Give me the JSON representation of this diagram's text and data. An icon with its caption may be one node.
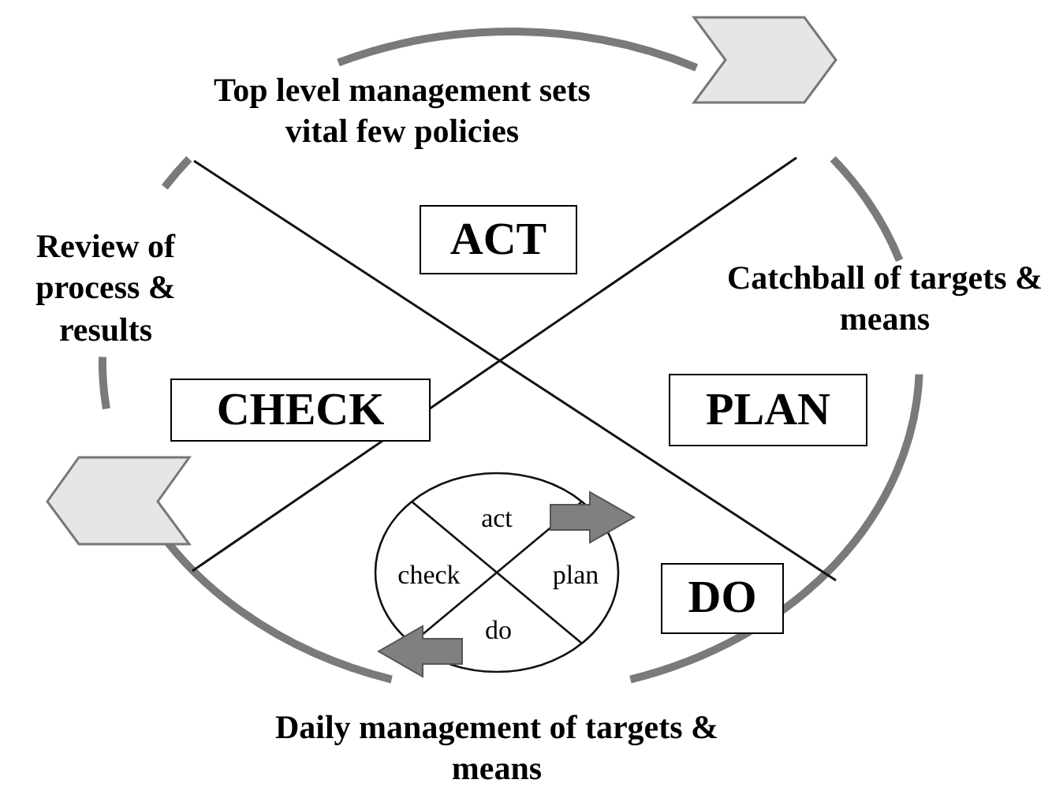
{
  "diagram": {
    "nodes": [
      {
        "text": [
          "ACT"
        ]
      },
      {
        "text": [
          "CHECK"
        ]
      },
      {
        "text": [
          "PLAN"
        ]
      },
      {
        "text": [
          "DO"
        ]
      }
    ],
    "labels": [
      "Top level management sets vital few policies",
      "Review of process & results",
      "Catchball of targets & means",
      "act",
      "check",
      "plan",
      "do",
      "Daily management of targets & means"
    ]
  }
}
